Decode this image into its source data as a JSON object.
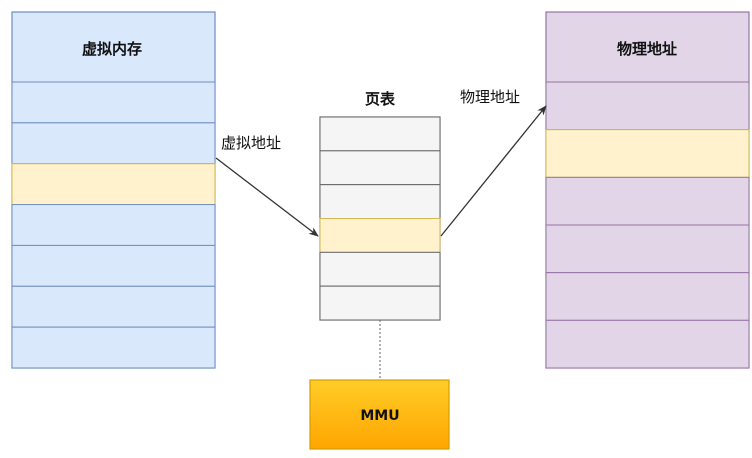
{
  "virtual_memory": {
    "title": "虚拟内存",
    "fill": "#dae8fc",
    "stroke": "#6c8ebf",
    "highlight_fill": "#fff2cc",
    "highlight_stroke": "#d6b656",
    "rows": 7,
    "highlight_row": 2
  },
  "page_table": {
    "title": "页表",
    "fill": "#f5f5f5",
    "stroke": "#666666",
    "highlight_fill": "#fff2cc",
    "highlight_stroke": "#d6b656",
    "rows": 6,
    "highlight_row": 3
  },
  "physical_memory": {
    "title": "物理地址",
    "fill": "#e1d5e7",
    "stroke": "#9673a6",
    "highlight_fill": "#fff2cc",
    "highlight_stroke": "#d6b656",
    "rows": 6,
    "highlight_row": 1
  },
  "arrows": {
    "virtual_address_label": "虚拟地址",
    "physical_address_label": "物理地址",
    "color": "#333333"
  },
  "mmu": {
    "label": "MMU",
    "fill_top": "#ffcd28",
    "fill_bottom": "#ffa500",
    "stroke": "#d79b00"
  }
}
